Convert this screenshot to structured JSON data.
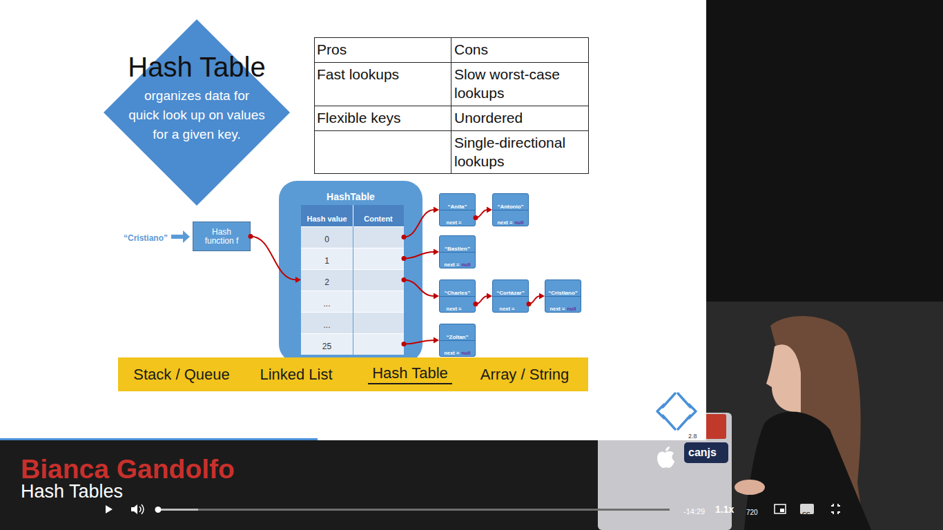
{
  "diagram": {
    "nodes": [
      {
        "text": [
          "Hash Table",
          "organizes data for quick look up on values for a given key."
        ]
      },
      {
        "text": [
          "Hash function f"
        ]
      },
      {
        "text": [
          "HashTable"
        ]
      },
      {
        "text": [
          "Hash value",
          "Content"
        ],
        "in": 2
      },
      {
        "text": [
          "0"
        ],
        "in": 2
      },
      {
        "text": [
          "1"
        ],
        "in": 2
      },
      {
        "text": [
          "2"
        ],
        "in": 2
      },
      {
        "text": [
          "..."
        ],
        "in": 2
      },
      {
        "text": [
          "..."
        ],
        "in": 2
      },
      {
        "text": [
          "25"
        ],
        "in": 2
      },
      {
        "text": [
          "“Anita”",
          "next ="
        ]
      },
      {
        "text": [
          "“Antonio”",
          "next =",
          "null"
        ]
      },
      {
        "text": [
          "“Bastien”",
          "next =",
          "null"
        ]
      },
      {
        "text": [
          "“Charles”",
          "next ="
        ]
      },
      {
        "text": [
          "“Cortázar”",
          "next ="
        ]
      },
      {
        "text": [
          "“Cristiano”",
          "next =",
          "null"
        ]
      },
      {
        "text": [
          "“Zoltan”",
          "next =",
          "null"
        ]
      },
      {
        "text": [
          "Stack / Queue",
          "Linked List",
          "Hash Table",
          "Array / String"
        ]
      }
    ],
    "edges": [
      {
        "from": 1,
        "to": 6,
        "arrow": "to"
      },
      {
        "from": 4,
        "to": 10,
        "arrow": "to"
      },
      {
        "from": 10,
        "to": 11,
        "arrow": "to"
      },
      {
        "from": 5,
        "to": 12,
        "arrow": "to"
      },
      {
        "from": 6,
        "to": 13,
        "arrow": "to"
      },
      {
        "from": 13,
        "to": 14,
        "arrow": "to"
      },
      {
        "from": 14,
        "to": 15,
        "arrow": "to"
      },
      {
        "from": 9,
        "to": 16,
        "arrow": "to"
      }
    ],
    "labels": [
      "Pros",
      "Cons",
      "Fast lookups",
      "Slow worst-case lookups",
      "Flexible keys",
      "Unordered",
      "Single-directional lookups",
      "“Cristiano”",
      "2.8",
      "Bianca Gandolfo",
      "Hash Tables",
      "-14:29",
      "1.1x",
      "720",
      "CC",
      "canjs"
    ]
  }
}
